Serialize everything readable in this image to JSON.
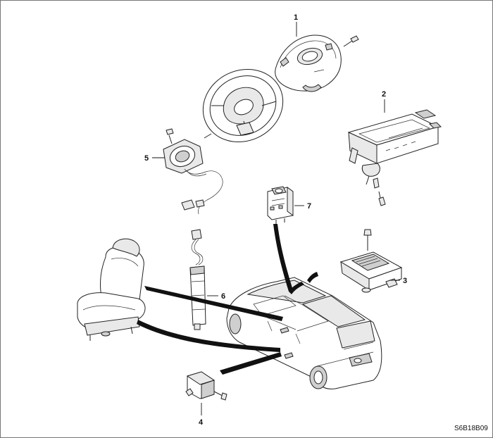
{
  "callouts": [
    {
      "id": "1",
      "text": "1"
    },
    {
      "id": "2",
      "text": "2"
    },
    {
      "id": "3",
      "text": "3"
    },
    {
      "id": "4",
      "text": "4"
    },
    {
      "id": "5",
      "text": "5"
    },
    {
      "id": "6",
      "text": "6"
    },
    {
      "id": "7",
      "text": "7"
    }
  ],
  "figure_code": "S6B18B09"
}
